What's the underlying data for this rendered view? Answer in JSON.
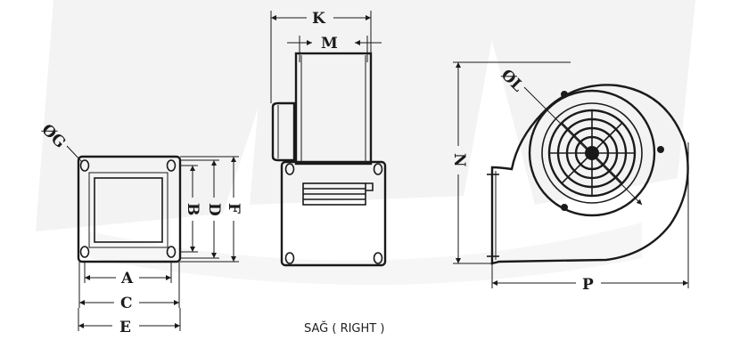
{
  "labels": {
    "K": "K",
    "M": "M",
    "L": "ØL",
    "G": "ØG",
    "N": "N",
    "P": "P",
    "A": "A",
    "B": "B",
    "C": "C",
    "D": "D",
    "E": "E",
    "F": "F"
  },
  "caption": "SAĞ ( RIGHT )",
  "colors": {
    "line": "#1a1a1a",
    "watermark": "#f1f1f1"
  }
}
